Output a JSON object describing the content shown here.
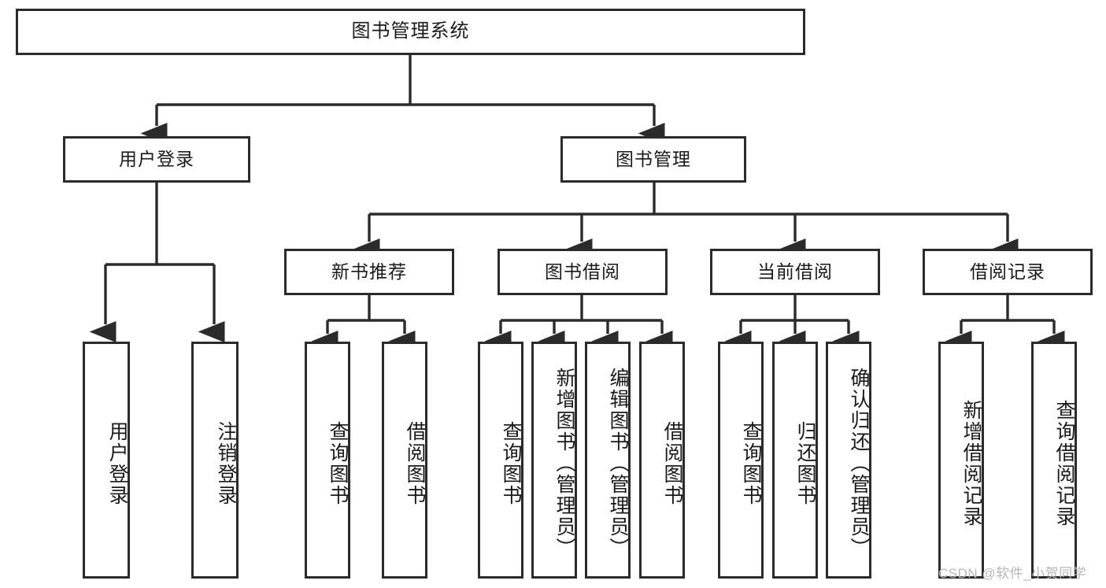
{
  "diagram": {
    "title": "图书管理系统",
    "type": "hierarchy-tree",
    "root": {
      "label": "图书管理系统"
    },
    "level2": [
      {
        "id": "user-login",
        "label": "用户登录"
      },
      {
        "id": "book-manage",
        "label": "图书管理"
      }
    ],
    "level3": [
      {
        "id": "new-book-rec",
        "label": "新书推荐",
        "parent": "book-manage"
      },
      {
        "id": "book-borrow",
        "label": "图书借阅",
        "parent": "book-manage"
      },
      {
        "id": "current-borrow",
        "label": "当前借阅",
        "parent": "book-manage"
      },
      {
        "id": "borrow-record",
        "label": "借阅记录",
        "parent": "book-manage"
      }
    ],
    "leaves": [
      {
        "id": "leaf-user-login",
        "label": "用户登录",
        "parent": "user-login"
      },
      {
        "id": "leaf-user-logout",
        "label": "注销登录",
        "parent": "user-login"
      },
      {
        "id": "leaf-rec-query",
        "label": "查询图书",
        "parent": "new-book-rec"
      },
      {
        "id": "leaf-rec-borrow",
        "label": "借阅图书",
        "parent": "new-book-rec"
      },
      {
        "id": "leaf-borrow-query",
        "label": "查询图书",
        "parent": "book-borrow"
      },
      {
        "id": "leaf-borrow-add",
        "label": "新增图书（管理员）",
        "parent": "book-borrow"
      },
      {
        "id": "leaf-borrow-edit",
        "label": "编辑图书（管理员）",
        "parent": "book-borrow"
      },
      {
        "id": "leaf-borrow-do",
        "label": "借阅图书",
        "parent": "book-borrow"
      },
      {
        "id": "leaf-cur-query",
        "label": "查询图书",
        "parent": "current-borrow"
      },
      {
        "id": "leaf-cur-return",
        "label": "归还图书",
        "parent": "current-borrow"
      },
      {
        "id": "leaf-cur-confirm",
        "label": "确认归还（管理员）",
        "parent": "current-borrow"
      },
      {
        "id": "leaf-rec-add",
        "label": "新增借阅记录",
        "parent": "borrow-record"
      },
      {
        "id": "leaf-rec-search",
        "label": "查询借阅记录",
        "parent": "borrow-record"
      }
    ],
    "colors": {
      "border": "#2b2b2b",
      "background": "#ffffff",
      "text": "#1a1a1a",
      "watermark": "#b6b6b6"
    }
  },
  "watermark": {
    "text": "CSDN @软件_小贺同学"
  }
}
